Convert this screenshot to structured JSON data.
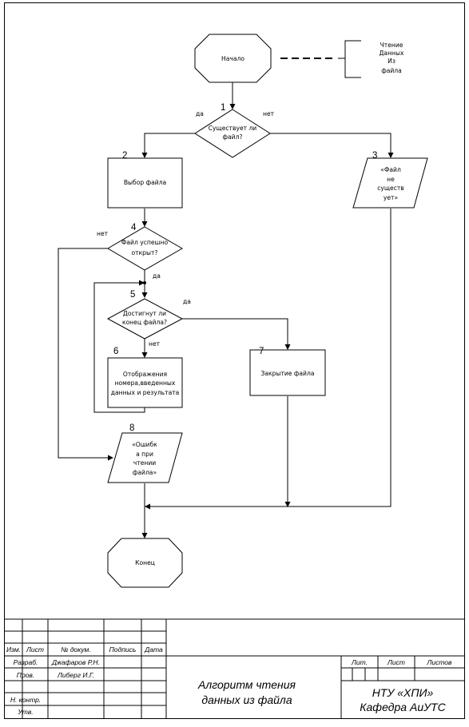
{
  "flowchart": {
    "start": "Начало",
    "comment": [
      "Чтение",
      "Данных",
      "Из",
      "файла"
    ],
    "block1": {
      "num": "1",
      "text": [
        "Существует ли",
        "файл?"
      ],
      "yes": "да",
      "no": "нет"
    },
    "block2": {
      "num": "2",
      "text": [
        "Выбор файла"
      ]
    },
    "block3": {
      "num": "3",
      "text": [
        "«Файл",
        "не",
        "существ",
        "ует»"
      ]
    },
    "block4": {
      "num": "4",
      "text": [
        "Файл успешно",
        "открыт?"
      ],
      "yes": "да",
      "no": "нет"
    },
    "block5": {
      "num": "5",
      "text": [
        "Достигнут ли",
        "конец файла?"
      ],
      "yes": "да",
      "no": "нет"
    },
    "block6": {
      "num": "6",
      "text": [
        "Отображения",
        "номера,введенных",
        "данных и результата"
      ]
    },
    "block7": {
      "num": "7",
      "text": [
        "Закрытие файла"
      ]
    },
    "block8": {
      "num": "8",
      "text": [
        "«Ошибк",
        "а при",
        "чтении",
        "файла»"
      ]
    },
    "end": "Конец"
  },
  "title_block": {
    "headers": [
      "Изм.",
      "Лист",
      "№ докум.",
      "Подпись",
      "Дата"
    ],
    "rows": [
      {
        "role": "Разраб.",
        "name": "Джафаров Р.Н."
      },
      {
        "role": "Пров.",
        "name": "Либерг И.Г."
      },
      {
        "role": "",
        "name": ""
      },
      {
        "role": "Н. контр.",
        "name": ""
      },
      {
        "role": "Утв.",
        "name": ""
      }
    ],
    "document_title": [
      "Алгоритм чтения",
      "данных из файла"
    ],
    "lit_label": "Лит.",
    "sheet_label": "Лист",
    "sheets_label": "Листов",
    "organization": [
      "НТУ «ХПИ»",
      "Кафедра АиУТС"
    ]
  }
}
